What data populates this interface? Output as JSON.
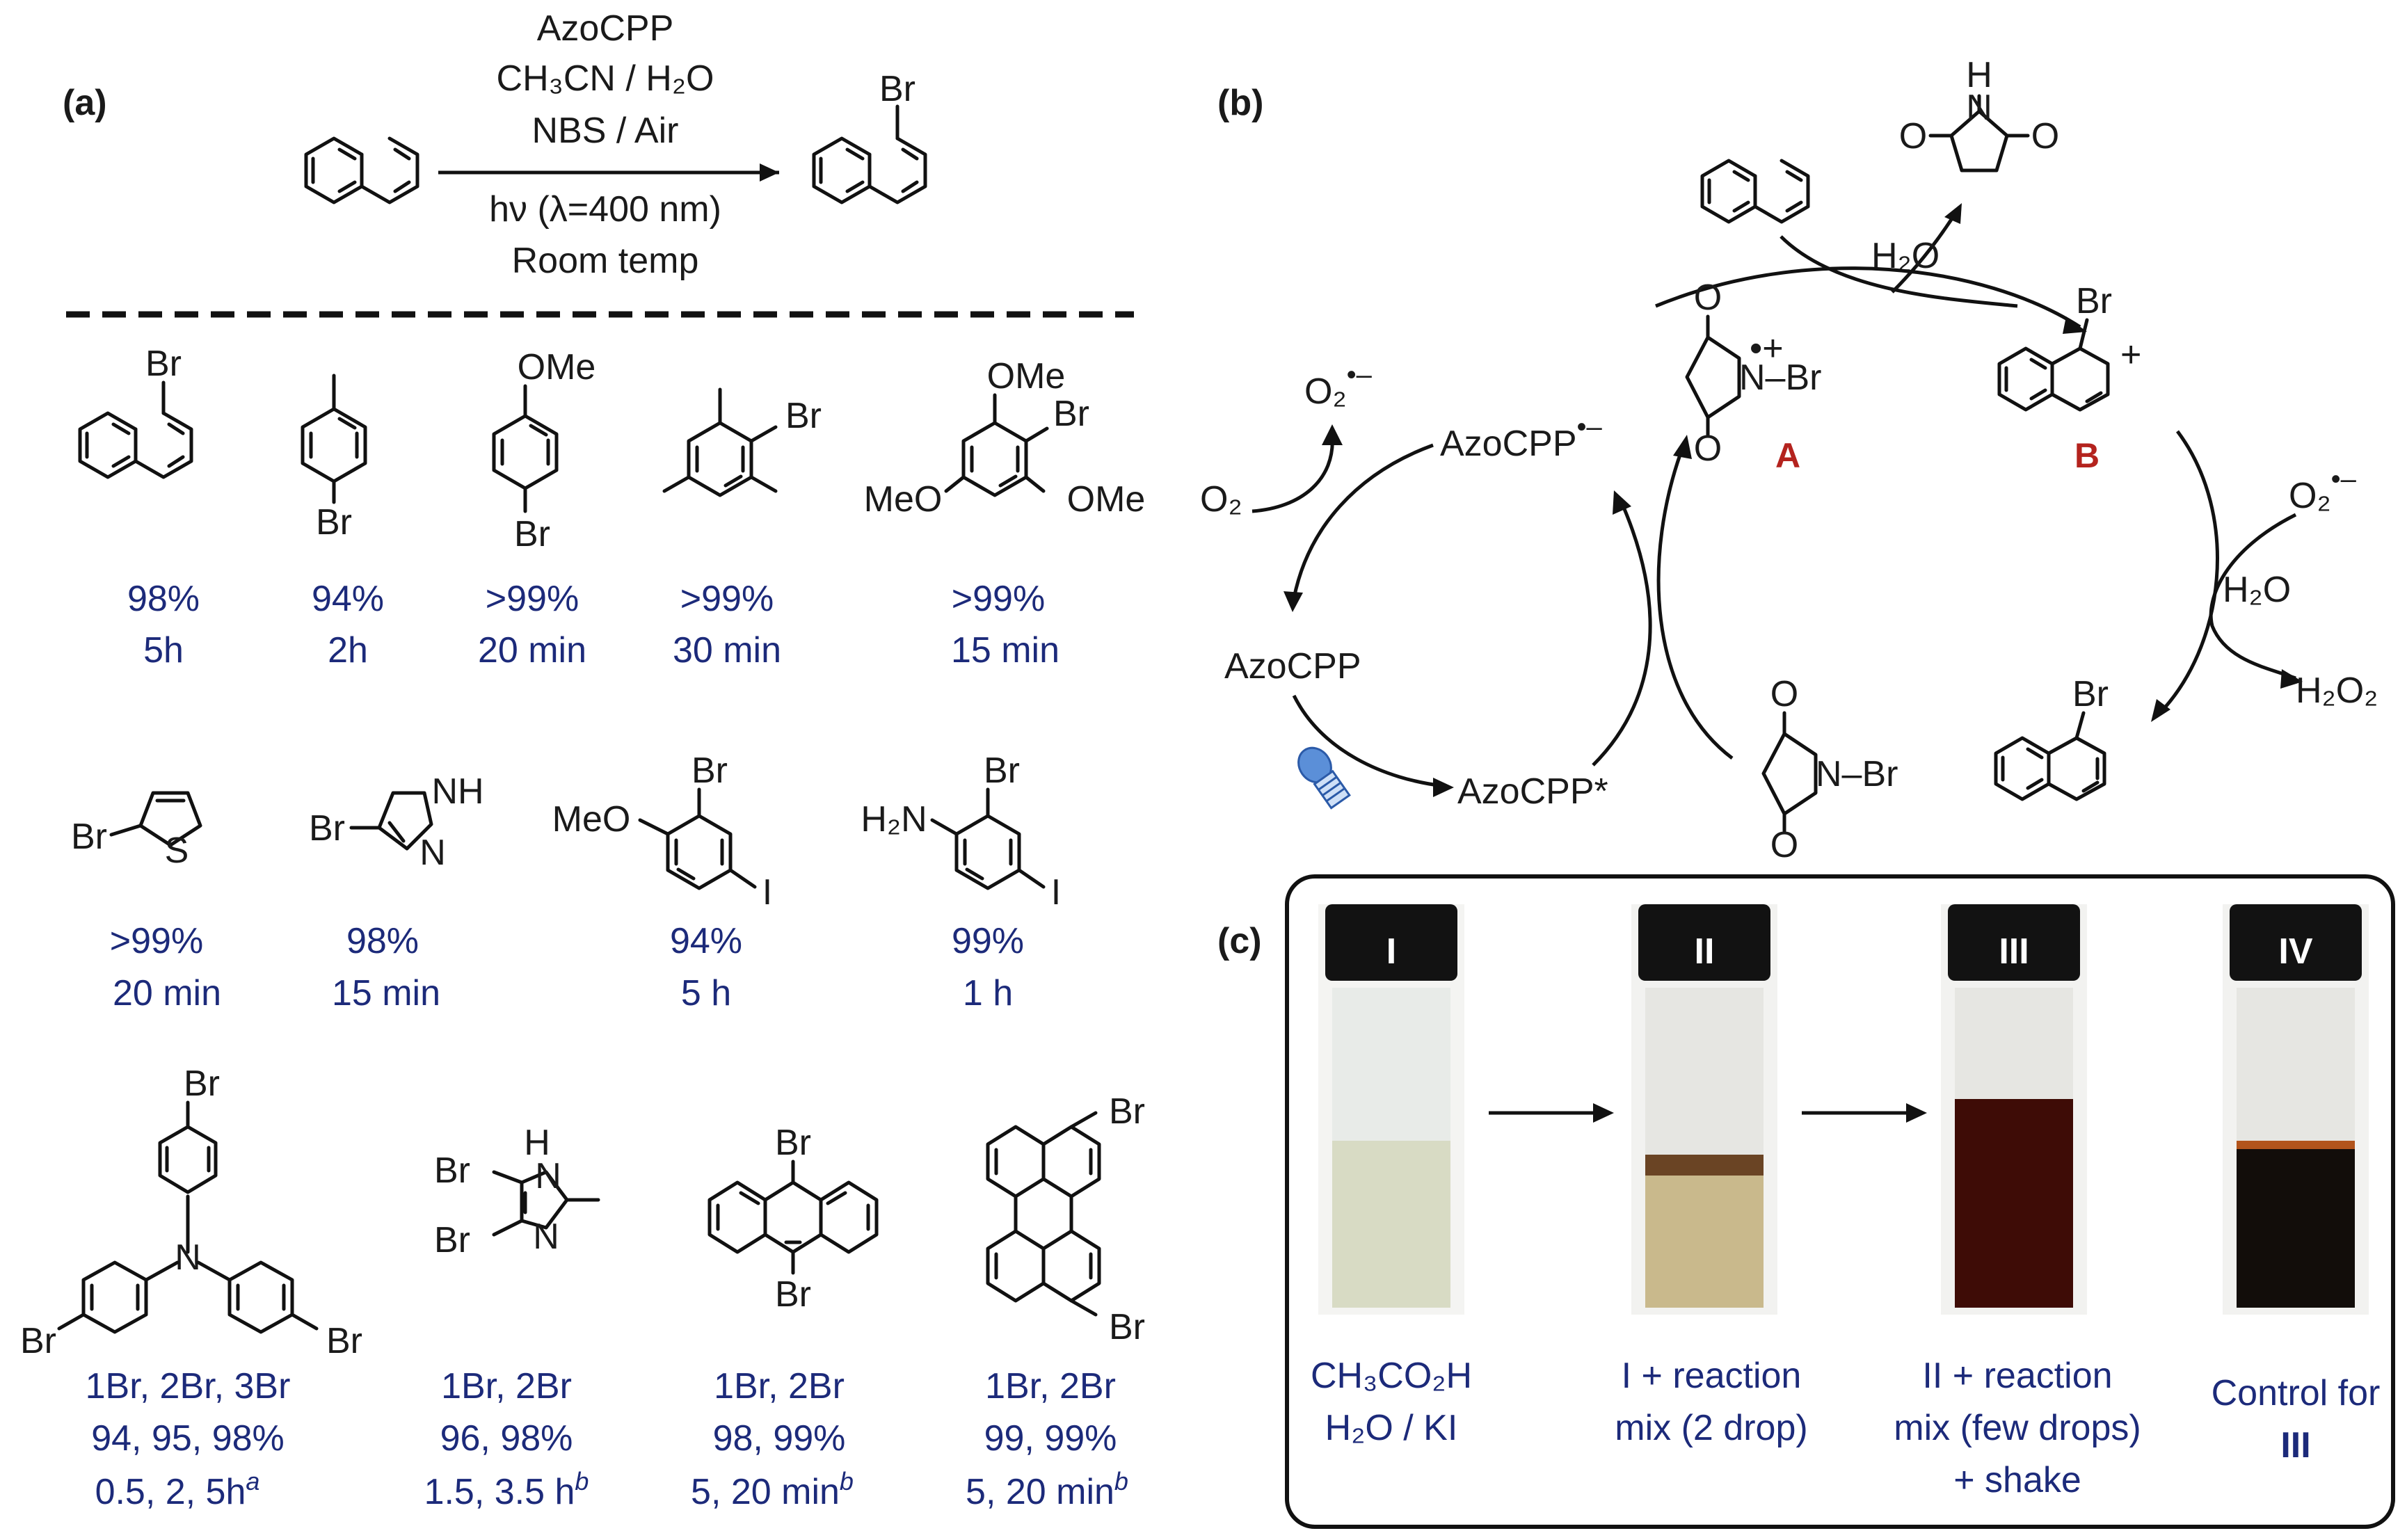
{
  "panels": {
    "a": "(a)",
    "b": "(b)",
    "c": "(c)"
  },
  "scheme": {
    "conditions": [
      "AzoCPP",
      "CH₃CN / H₂O",
      "NBS / Air",
      "hν (λ=400 nm)",
      "Room temp"
    ]
  },
  "substrates_row1": [
    {
      "labels": [
        "Br"
      ],
      "yield": "98%",
      "time": "5h"
    },
    {
      "labels": [
        "Br"
      ],
      "yield": "94%",
      "time": "2h"
    },
    {
      "labels": [
        "OMe",
        "Br"
      ],
      "yield": ">99%",
      "time": "20 min"
    },
    {
      "labels": [
        "Br"
      ],
      "yield": ">99%",
      "time": "30 min"
    },
    {
      "labels": [
        "OMe",
        "Br",
        "MeO",
        "OMe"
      ],
      "yield": ">99%",
      "time": "15 min"
    }
  ],
  "substrates_row2": [
    {
      "labels": [
        "Br",
        "S"
      ],
      "yield": ">99%",
      "time": "20 min"
    },
    {
      "labels": [
        "Br",
        "NH",
        "N"
      ],
      "yield": "98%",
      "time": "15 min"
    },
    {
      "labels": [
        "MeO",
        "Br",
        "I"
      ],
      "yield": "94%",
      "time": "5 h"
    },
    {
      "labels": [
        "H₂N",
        "Br",
        "I"
      ],
      "yield": "99%",
      "time": "1 h"
    }
  ],
  "substrates_row3": [
    {
      "labels": [
        "Br",
        "N",
        "Br",
        "Br"
      ],
      "line1": "1Br, 2Br, 3Br",
      "line2": "94, 95, 98%",
      "line3": "0.5, 2, 5h",
      "sup": "a"
    },
    {
      "labels": [
        "H",
        "Br",
        "N",
        "Br",
        "N"
      ],
      "line1": "1Br, 2Br",
      "line2": "96, 98%",
      "line3": "1.5, 3.5 h",
      "sup": "b"
    },
    {
      "labels": [
        "Br",
        "Br"
      ],
      "line1": "1Br, 2Br",
      "line2": "98, 99%",
      "line3": "5, 20 min",
      "sup": "b"
    },
    {
      "labels": [
        "Br",
        "Br"
      ],
      "line1": "1Br, 2Br",
      "line2": "99, 99%",
      "line3": "5, 20 min",
      "sup": "b"
    }
  ],
  "mechanism": {
    "species": {
      "o2_radical": "O₂",
      "azocpp_radical": "AzoCPP",
      "o2": "O₂",
      "azocpp": "AzoCPP",
      "azocpp_star": "AzoCPP*",
      "h2o_top": "H₂O",
      "h2o_right": "H₂O",
      "h2o2": "H₂O₂",
      "o2_radical_right": "O₂",
      "nbs_label": "N–Br",
      "radical_cation_label": "N–Br",
      "label_A": "A",
      "label_B": "B",
      "br_B": "Br",
      "br_product": "Br",
      "succinimide_H": "H",
      "succinimide_N": "N",
      "O": "O"
    }
  },
  "vials": [
    {
      "roman": "I",
      "caption": [
        "CH₃CO₂H",
        "H₂O / KI"
      ]
    },
    {
      "roman": "II",
      "caption": [
        "I + reaction",
        "mix (2 drop)"
      ]
    },
    {
      "roman": "III",
      "caption": [
        "II + reaction",
        "mix (few drops)",
        "+ shake"
      ]
    },
    {
      "roman": "IV",
      "caption": [
        "Control for",
        "III"
      ]
    }
  ],
  "colors": {
    "text_navy": "#1c2a7a",
    "label_red": "#b4231e"
  }
}
